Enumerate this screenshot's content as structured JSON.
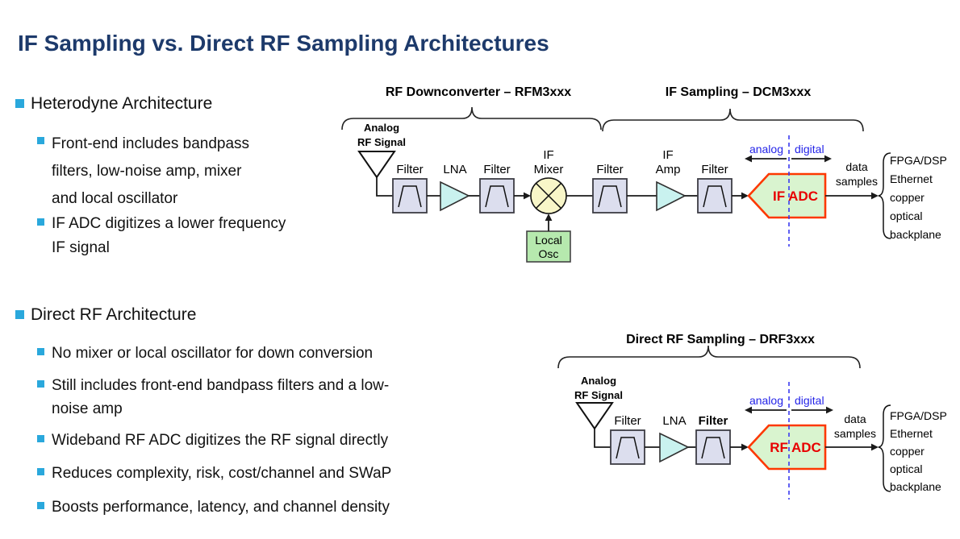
{
  "title": "IF Sampling vs. Direct RF Sampling Architectures",
  "colors": {
    "title_navy": "#1d3a6b",
    "bullet_cyan": "#2aa8dc",
    "filter_fill": "#dcdeee",
    "amp_fill": "#c9f2ef",
    "mixer_fill": "#f8f6c8",
    "local_osc_fill": "#b6e9ae",
    "adc_fill": "#d9f4cf",
    "adc_border": "#fd3800",
    "adc_text_red": "#e80000",
    "analog_digital_blue": "#2424e8"
  },
  "left": {
    "sections": [
      {
        "heading": "Heterodyne Architecture",
        "bullets": [
          "Front-end includes bandpass\nfilters, low-noise amp, mixer\nand local oscillator",
          "IF ADC digitizes a lower frequency\nIF signal"
        ]
      },
      {
        "heading": "Direct RF Architecture",
        "bullets": [
          "No mixer or local oscillator for down conversion",
          "Still includes front-end bandpass filters and a low-\nnoise amp",
          "Wideband RF ADC digitizes the RF signal directly",
          "Reduces complexity, risk, cost/channel and SWaP",
          "Boosts performance, latency, and channel density"
        ]
      }
    ]
  },
  "diagram_top": {
    "group1_label": "RF Downconverter – RFM3xxx",
    "group2_label": "IF Sampling – DCM3xxx",
    "source_label_line1": "Analog",
    "source_label_line2": "RF Signal",
    "filter1_label": "Filter",
    "lna_label": "LNA",
    "filter2_label": "Filter",
    "mixer_label_line1": "IF",
    "mixer_label_line2": "Mixer",
    "local_osc_line1": "Local",
    "local_osc_line2": "Osc",
    "filter3_label": "Filter",
    "amp_label_line1": "IF",
    "amp_label_line2": "Amp",
    "filter4_label": "Filter",
    "adc_label": "IF ADC",
    "analog_label": "analog",
    "digital_label": "digital",
    "data_label_line1": "data",
    "data_label_line2": "samples",
    "outputs": [
      "FPGA/DSP",
      "Ethernet",
      "copper",
      "optical",
      "backplane"
    ]
  },
  "diagram_bottom": {
    "group_label": "Direct RF Sampling – DRF3xxx",
    "source_label_line1": "Analog",
    "source_label_line2": "RF Signal",
    "filter1_label": "Filter",
    "lna_label": "LNA",
    "filter2_label": "Filter",
    "adc_label": "RF ADC",
    "analog_label": "analog",
    "digital_label": "digital",
    "data_label_line1": "data",
    "data_label_line2": "samples",
    "outputs": [
      "FPGA/DSP",
      "Ethernet",
      "copper",
      "optical",
      "backplane"
    ]
  }
}
